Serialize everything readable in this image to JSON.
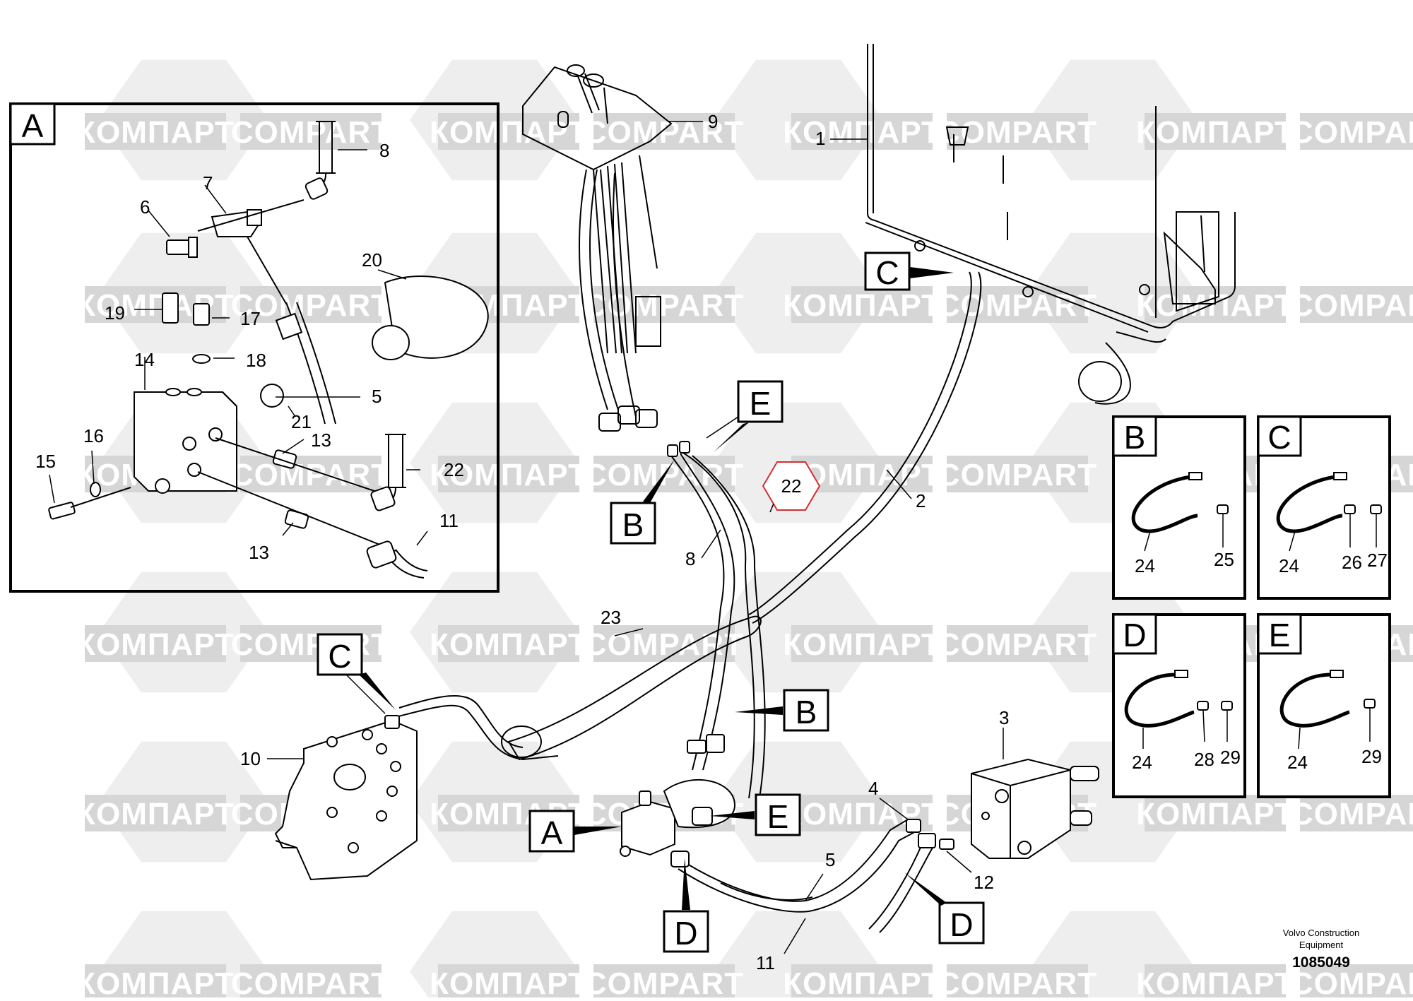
{
  "watermark": {
    "brand_cyrillic": "КОМПАРТ",
    "brand_latin": "COMPART",
    "color": "#d6d6d6"
  },
  "detail_views": [
    {
      "letter": "A",
      "items": [
        "5",
        "6",
        "7",
        "8",
        "11",
        "13",
        "13",
        "14",
        "15",
        "16",
        "17",
        "18",
        "19",
        "20",
        "21",
        "22"
      ]
    },
    {
      "letter": "B",
      "items": [
        "24",
        "25"
      ]
    },
    {
      "letter": "C",
      "items": [
        "24",
        "26",
        "27"
      ]
    },
    {
      "letter": "D",
      "items": [
        "24",
        "28",
        "29"
      ]
    },
    {
      "letter": "E",
      "items": [
        "24",
        "29"
      ]
    }
  ],
  "main_view": {
    "part_numbers": [
      "1",
      "2",
      "3",
      "4",
      "5",
      "8",
      "9",
      "10",
      "11",
      "12",
      "23"
    ],
    "view_markers": [
      "A",
      "B",
      "B",
      "C",
      "C",
      "D",
      "D",
      "E",
      "E"
    ],
    "highlighted_part": {
      "number": "22",
      "highlight_color": "#d32f2f"
    }
  },
  "credit": {
    "line1": "Volvo Construction",
    "line2": "Equipment",
    "doc_number": "1085049"
  }
}
